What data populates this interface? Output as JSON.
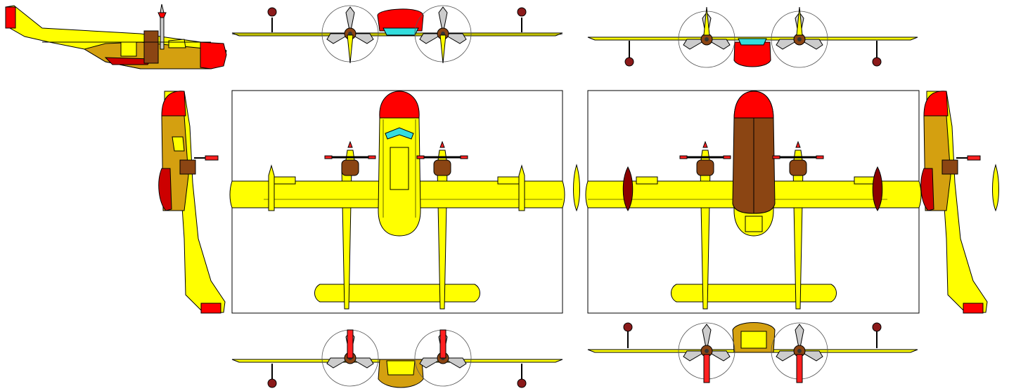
{
  "colors": {
    "body": "#ffff00",
    "fuselage_shade": "#d4a010",
    "nose": "#ff0000",
    "cowling": "#8b4513",
    "canopy": "#33dddd",
    "float_dark": "#8b0000",
    "blade_tip": "#ff2020",
    "propeller_grey": "#c8c8c8",
    "belly_brown": "#8b4513",
    "frame": "#000000"
  },
  "views": [
    "side-view-left",
    "front-view-top",
    "rear-view-top",
    "side-view-vertical-left",
    "top-view",
    "bottom-view",
    "side-view-vertical-right",
    "rear-view-bottom",
    "front-view-bottom"
  ]
}
